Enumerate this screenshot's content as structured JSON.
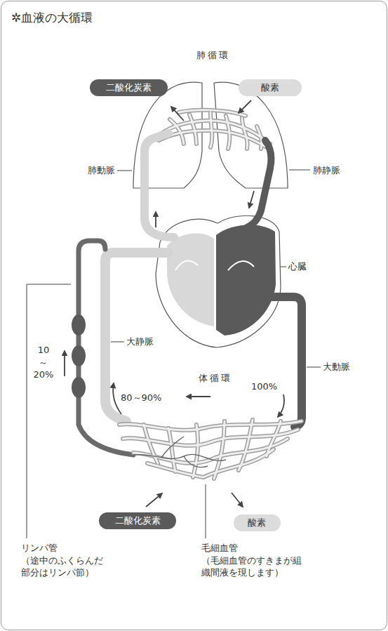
{
  "diagram": {
    "title": "✲血液の大循環",
    "nodes": [
      {
        "text": [
          "二酸化炭素"
        ]
      },
      {
        "text": [
          "酸素"
        ]
      },
      {
        "text": [
          "二酸化炭素"
        ]
      },
      {
        "text": [
          "酸素"
        ]
      }
    ],
    "labels": [
      "肺循環",
      "肺動脈",
      "肺静脈",
      "心臓",
      "大静脈",
      "10 ～ 20%",
      "体循環",
      "大動脈",
      "80～90%",
      "100%",
      "リンパ管 （途中のふくらんだ 部分はリンパ節）",
      "毛細血管 （毛細血管のすきまが組 織間液を現します）"
    ]
  }
}
